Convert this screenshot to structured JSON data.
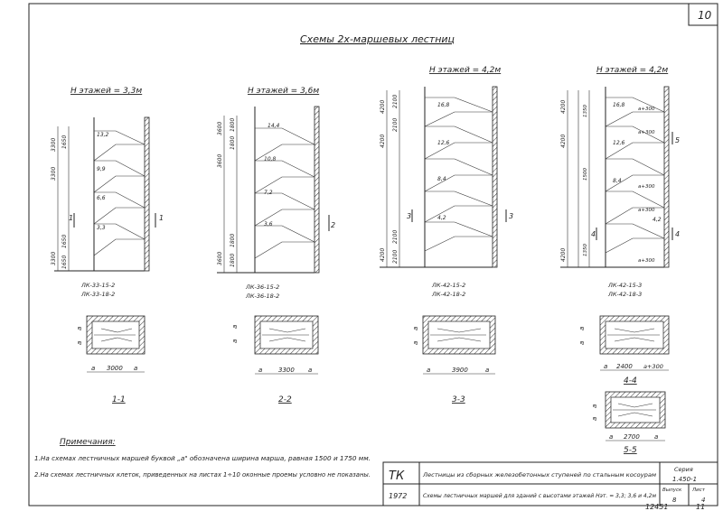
{
  "sheet": {
    "number": "10",
    "title": "Схемы 2х-маршевых лестниц",
    "bottom_number": "12451",
    "bottom_right": "11"
  },
  "schemes": [
    {
      "id": "s1",
      "height_label": "Н этажей = 3,3м",
      "elevations": [
        "13,2",
        "9,9",
        "6,6",
        "3,3"
      ],
      "left_dims": [
        "3300",
        "3300",
        "3300",
        "1650",
        "1650",
        "1650"
      ],
      "section_mark": "1",
      "marks": [
        "ЛК-33-15-2",
        "ЛК-33-18-2"
      ],
      "plan_dims": [
        "a",
        "3000",
        "a"
      ],
      "plan_side": [
        "a",
        "a"
      ],
      "section_title": "1-1"
    },
    {
      "id": "s2",
      "height_label": "Н этажей = 3,6м",
      "elevations": [
        "14,4",
        "10,8",
        "7,2",
        "3,6"
      ],
      "left_dims": [
        "3600",
        "3600",
        "3600",
        "1800",
        "1800",
        "1800",
        "1800"
      ],
      "section_mark": "2",
      "marks": [
        "ЛК-36-15-2",
        "ЛК-36-18-2"
      ],
      "plan_dims": [
        "a",
        "3300",
        "a"
      ],
      "plan_side": [
        "a",
        "a"
      ],
      "section_title": "2-2"
    },
    {
      "id": "s3",
      "height_label": "Н этажей = 4,2м",
      "elevations": [
        "16,8",
        "12,6",
        "8,4",
        "4,2"
      ],
      "left_dims": [
        "4200",
        "4200",
        "4200",
        "2100",
        "2100",
        "2100",
        "2100"
      ],
      "section_mark": "3",
      "marks": [
        "ЛК-42-15-2",
        "ЛК-42-18-2"
      ],
      "plan_dims": [
        "a",
        "3900",
        "a"
      ],
      "plan_side": [
        "a",
        "a"
      ],
      "section_title": "3-3"
    },
    {
      "id": "s4",
      "height_label": "Н этажей = 4,2м",
      "elevations": [
        "16,8",
        "12,6",
        "8,4",
        "4,2"
      ],
      "left_dims": [
        "4200",
        "4200",
        "4200",
        "1350",
        "1500",
        "1350"
      ],
      "section_mark": "4",
      "section_mark2": "5",
      "right_notes": [
        "a+300",
        "a+300",
        "a+300",
        "a+300",
        "a+300"
      ],
      "marks": [
        "ЛК-42-15-3",
        "ЛК-42-18-3"
      ],
      "plan_dims": [
        "a",
        "2400",
        "a+300"
      ],
      "plan_side": [
        "a",
        "a"
      ],
      "section_title": "4-4",
      "plan2_dims": [
        "a",
        "2700",
        "a"
      ],
      "plan2_side": [
        "a",
        "a"
      ],
      "section_title2": "5-5"
    }
  ],
  "notes": {
    "heading": "Примечания:",
    "items": [
      "1.На схемах лестничных маршей буквой „a\" обозначена ширина марша, равная 1500 и 1750 мм.",
      "2.На схемах лестничных клеток, приведенных на листах 1÷10 оконные проемы условно не показаны."
    ]
  },
  "title_block": {
    "org": "ТК",
    "year": "1972",
    "title_line1": "Лестницы из сборных железобетонных ступеней по стальным косоурам",
    "title_line2": "Схемы лестничных маршей для зданий с высотами этажей Нэт. = 3,3; 3,6 и 4,2м",
    "series_label": "Серия",
    "series_value": "1.450-1",
    "issue_label": "Выпуск",
    "issue_value": "8",
    "sheet_label": "Лист",
    "sheet_value": "4"
  }
}
